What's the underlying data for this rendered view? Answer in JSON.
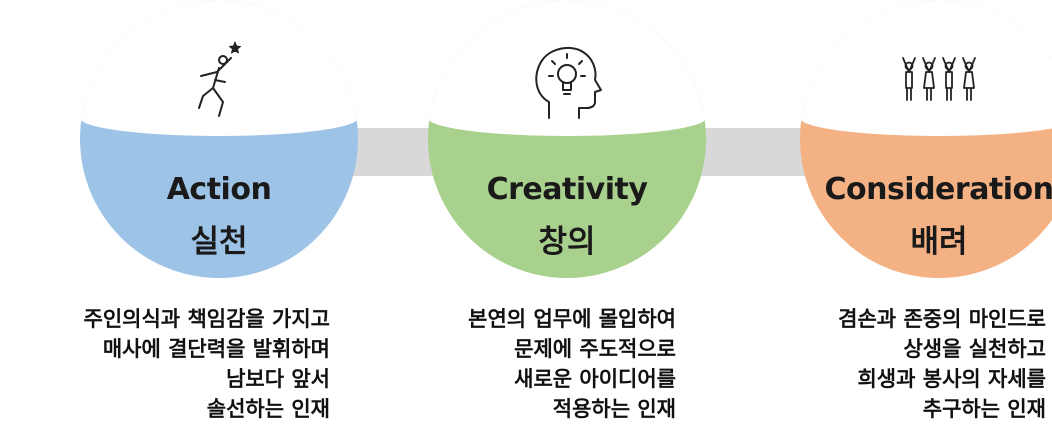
{
  "colors": {
    "action": "#9dc3e6",
    "creativity": "#a9d18e",
    "consideration": "#f4b183",
    "connector": "#d8d8d8"
  },
  "items": [
    {
      "icon": "reaching-star-icon",
      "title": "Action",
      "subtitle": "실천",
      "lines": [
        "주인의식과 책임감을 가지고",
        "매사에 결단력을 발휘하며",
        "남보다 앞서",
        "솔선하는 인재"
      ]
    },
    {
      "icon": "head-lightbulb-icon",
      "title": "Creativity",
      "subtitle": "창의",
      "lines": [
        "본연의 업무에 몰입하여",
        "문제에 주도적으로",
        "새로운 아이디어를",
        "적용하는 인재"
      ]
    },
    {
      "icon": "people-cheering-icon",
      "title": "Consideration",
      "subtitle": "배려",
      "lines": [
        "겸손과 존중의 마인드로",
        "상생을 실천하고",
        "희생과 봉사의 자세를",
        "추구하는 인재"
      ]
    }
  ]
}
